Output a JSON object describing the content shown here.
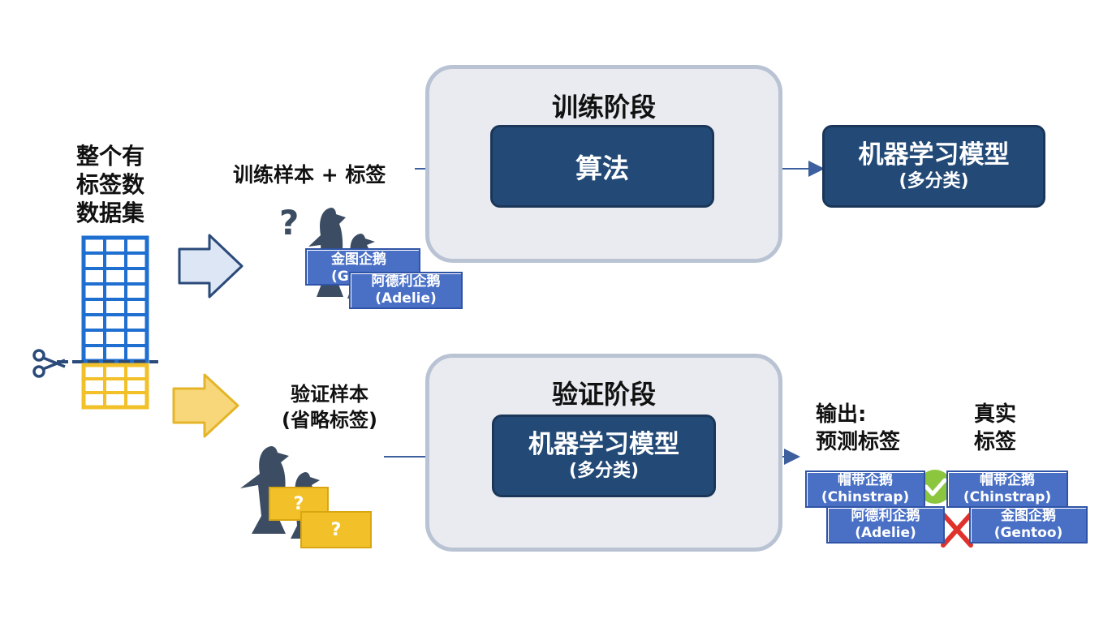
{
  "dataset": {
    "title_lines": [
      "整个有",
      "标签数",
      "数据集"
    ]
  },
  "training": {
    "input_label": "训练样本 + 标签",
    "phase_title": "训练阶段",
    "algo_label": "算法",
    "model_title": "机器学习模型",
    "model_subtitle": "(多分类)",
    "question_mark": "?",
    "tags": [
      {
        "name": "金图企鹅",
        "sub": "(G"
      },
      {
        "name": "阿德利企鹅",
        "sub": "(Adelie)"
      }
    ]
  },
  "validation": {
    "input_lines": [
      "验证样本",
      "(省略标签)"
    ],
    "phase_title": "验证阶段",
    "model_title": "机器学习模型",
    "model_subtitle": "(多分类)",
    "unknown_tag_text": "?",
    "output_label_lines": [
      "输出:",
      "预测标签"
    ],
    "truth_label_lines": [
      "真实",
      "标签"
    ],
    "predicted": [
      {
        "name": "帽带企鹅",
        "sub": "(Chinstrap)"
      },
      {
        "name": "阿德利企鹅",
        "sub": "(Adelie)"
      }
    ],
    "truth": [
      {
        "name": "帽带企鹅",
        "sub": "(Chinstrap)"
      },
      {
        "name": "金图企鹅",
        "sub": "(Gentoo)"
      }
    ]
  },
  "colors": {
    "dark_box": "#234a77",
    "tag_blue": "#4a70c6",
    "tag_yellow": "#f2c12a",
    "grid_blue": "#1f6fd1",
    "check_green": "#8cc63f",
    "cross_red": "#e0322c"
  }
}
